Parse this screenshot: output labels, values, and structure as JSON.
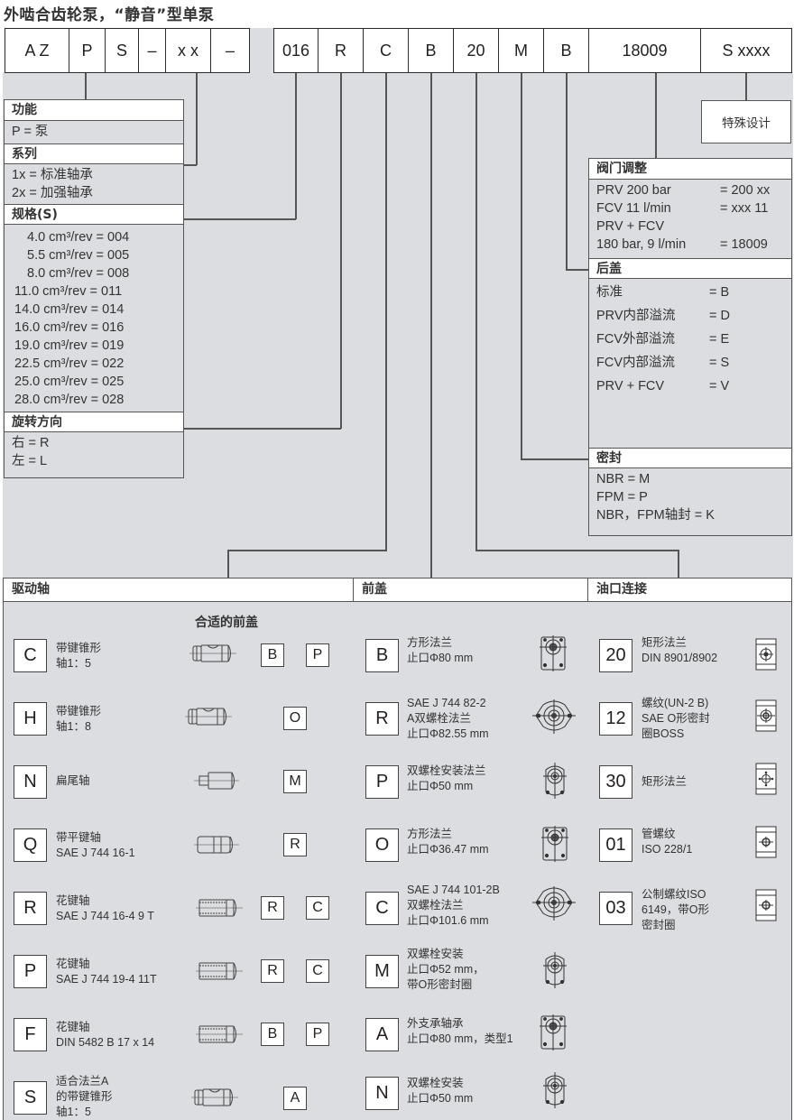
{
  "title": "外啮合齿轮泵，“静音”型单泵",
  "code_row_left": [
    "A Z",
    "P",
    "S",
    "–",
    "x x",
    "–"
  ],
  "code_row_right": [
    "016",
    "R",
    "C",
    "B",
    "20",
    "M",
    "B",
    "18009",
    "S xxxx"
  ],
  "special_design": "特殊设计",
  "legend_left": {
    "function": {
      "header": "功能",
      "items": [
        "P = 泵"
      ]
    },
    "series": {
      "header": "系列",
      "items": [
        "1x = 标准轴承",
        "2x = 加强轴承"
      ]
    },
    "size": {
      "header": "规格(S)",
      "items": [
        "4.0 cm³/rev = 004",
        "5.5 cm³/rev = 005",
        "8.0 cm³/rev = 008",
        "11.0 cm³/rev = 011",
        "14.0 cm³/rev = 014",
        "16.0 cm³/rev = 016",
        "19.0 cm³/rev = 019",
        "22.5 cm³/rev = 022",
        "25.0 cm³/rev = 025",
        "28.0 cm³/rev = 028"
      ]
    },
    "rotation": {
      "header": "旋转方向",
      "items": [
        "右 = R",
        "左 = L"
      ]
    }
  },
  "legend_right": {
    "valve": {
      "header": "阀门调整",
      "items": [
        {
          "label": "PRV 200 bar",
          "value": "= 200 xx"
        },
        {
          "label": "FCV 11 l/min",
          "value": "= xxx 11"
        },
        {
          "label": "PRV + FCV",
          "value": ""
        },
        {
          "label": "180 bar, 9 l/min",
          "value": "= 18009"
        }
      ]
    },
    "rear_cover": {
      "header": "后盖",
      "items": [
        {
          "label": "标准",
          "value": "= B"
        },
        {
          "label": "PRV内部溢流",
          "value": "= D"
        },
        {
          "label": "FCV外部溢流",
          "value": "= E"
        },
        {
          "label": "FCV内部溢流",
          "value": "= S"
        },
        {
          "label": "PRV + FCV",
          "value": "= V"
        }
      ]
    },
    "seal": {
      "header": "密封",
      "items": [
        "NBR = M",
        "FPM = P",
        "NBR，FPM轴封 = K"
      ]
    }
  },
  "sections": {
    "drive_shaft": {
      "header": "驱动轴",
      "compat_title": "合适的前盖",
      "items": [
        {
          "code": "C",
          "desc": [
            "带键锥形",
            "轴1：5"
          ],
          "compat": [
            "B",
            "P"
          ]
        },
        {
          "code": "H",
          "desc": [
            "带键锥形",
            "轴1：8"
          ],
          "compat": [
            "O"
          ]
        },
        {
          "code": "N",
          "desc": [
            "扁尾轴"
          ],
          "compat": [
            "M"
          ]
        },
        {
          "code": "Q",
          "desc": [
            "带平键轴",
            "SAE J 744 16-1"
          ],
          "compat": [
            "R"
          ]
        },
        {
          "code": "R",
          "desc": [
            "花键轴",
            "SAE J 744 16-4 9 T"
          ],
          "compat": [
            "R",
            "C"
          ]
        },
        {
          "code": "P",
          "desc": [
            "花键轴",
            "SAE J 744 19-4 11T"
          ],
          "compat": [
            "R",
            "C"
          ]
        },
        {
          "code": "F",
          "desc": [
            "花键轴",
            "DIN 5482 B 17 x 14"
          ],
          "compat": [
            "B",
            "P"
          ]
        },
        {
          "code": "S",
          "desc": [
            "适合法兰A",
            "的带键锥形",
            "轴1：5"
          ],
          "compat": [
            "A"
          ]
        }
      ]
    },
    "front_cover": {
      "header": "前盖",
      "items": [
        {
          "code": "B",
          "desc": [
            "方形法兰",
            "止口Φ80 mm"
          ]
        },
        {
          "code": "R",
          "desc": [
            "SAE J 744 82-2",
            "A双螺栓法兰",
            "止口Φ82.55 mm"
          ]
        },
        {
          "code": "P",
          "desc": [
            "双螺栓安装法兰",
            "止口Φ50 mm"
          ]
        },
        {
          "code": "O",
          "desc": [
            "方形法兰",
            "止口Φ36.47 mm"
          ]
        },
        {
          "code": "C",
          "desc": [
            "SAE J 744 101-2B",
            "双螺栓法兰",
            "止口Φ101.6 mm"
          ]
        },
        {
          "code": "M",
          "desc": [
            "双螺栓安装",
            "止口Φ52 mm，",
            "带O形密封圈"
          ]
        },
        {
          "code": "A",
          "desc": [
            "外支承轴承",
            "止口Φ80 mm，类型1"
          ]
        },
        {
          "code": "N",
          "desc": [
            "双螺栓安装",
            "止口Φ50 mm"
          ]
        }
      ]
    },
    "port_connection": {
      "header": "油口连接",
      "items": [
        {
          "code": "20",
          "desc": [
            "矩形法兰",
            "DIN 8901/8902"
          ]
        },
        {
          "code": "12",
          "desc": [
            "螺纹(UN-2 B)",
            "SAE O形密封",
            "圈BOSS"
          ]
        },
        {
          "code": "30",
          "desc": [
            "矩形法兰"
          ]
        },
        {
          "code": "01",
          "desc": [
            "管螺纹",
            "ISO 228/1"
          ]
        },
        {
          "code": "03",
          "desc": [
            "公制螺纹ISO",
            "6149，带O形",
            "密封圈"
          ]
        }
      ]
    }
  },
  "colors": {
    "panel_gray": "#dcdde0",
    "line": "#555555",
    "text": "#231f20"
  }
}
